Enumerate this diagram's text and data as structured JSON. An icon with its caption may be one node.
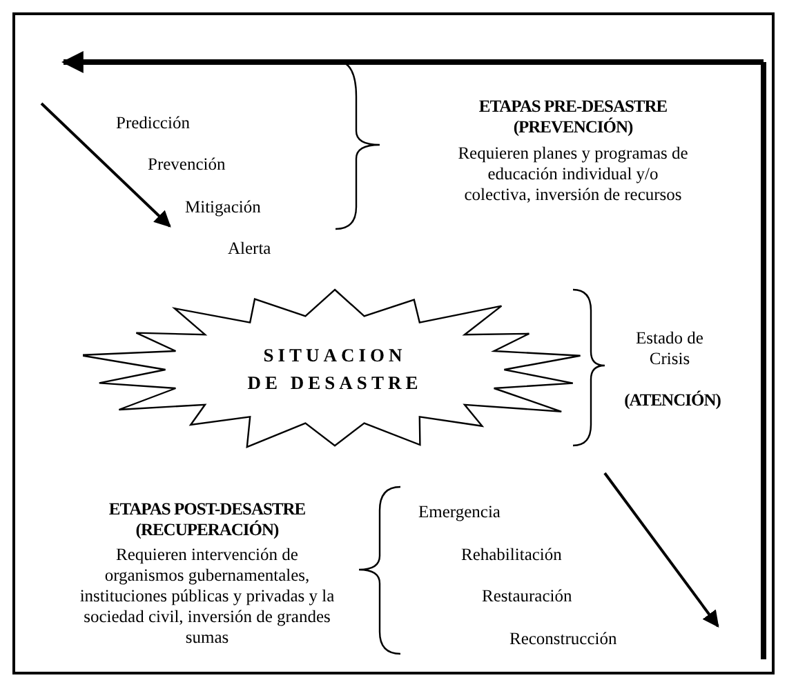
{
  "diagram": {
    "nodes": [
      {
        "text": [
          "SITUACION DE DESASTRE"
        ]
      }
    ],
    "labels": [
      "Predicción",
      "Prevención",
      "Mitigación",
      "Alerta",
      "ETAPAS PRE-DESASTRE (PREVENCIÓN)",
      "Requieren planes y programas de educación individual y/o colectiva, inversión de recursos",
      "Estado de Crisis",
      "(ATENCIÓN)",
      "ETAPAS POST-DESASTRE (RECUPERACIÓN)",
      "Requieren intervención de organismos gubernamentales, instituciones públicas y privadas y la sociedad civil, inversión de grandes sumas",
      "Emergencia",
      "Rehabilitación",
      "Restauración",
      "Reconstrucción"
    ]
  }
}
